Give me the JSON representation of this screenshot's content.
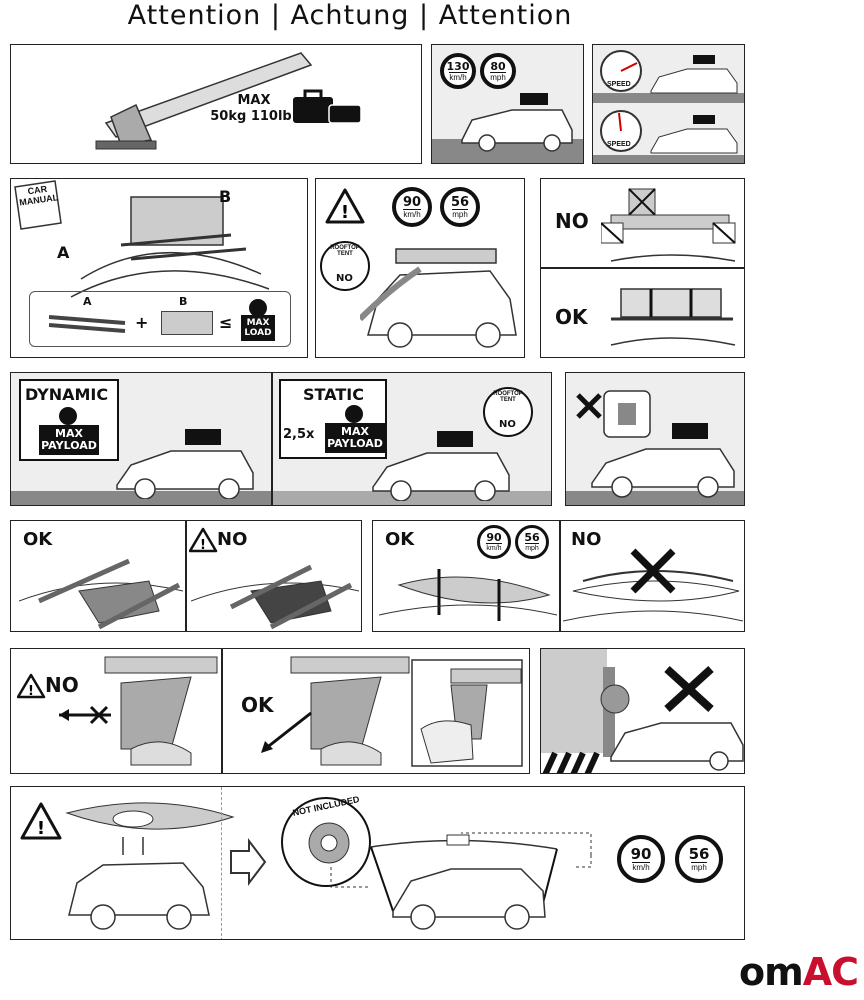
{
  "header": {
    "title": "Attention | Achtung | Attention"
  },
  "p1": {
    "max_label": "MAX",
    "max_value": "50kg 110lb"
  },
  "p2": {
    "speed_kmh": "130",
    "unit_kmh": "km/h",
    "speed_mph": "80",
    "unit_mph": "mph"
  },
  "p3": {
    "speed_label_top": "SPEED",
    "speed_label_bottom": "SPEED"
  },
  "p4": {
    "manual_label": "CAR MANUAL",
    "label_a": "A",
    "label_b": "B",
    "formula_a": "A",
    "formula_b": "B",
    "plus": "+",
    "leq": "≤",
    "max_load": "MAX LOAD"
  },
  "p5": {
    "speed_kmh": "90",
    "unit_kmh": "km/h",
    "speed_mph": "56",
    "unit_mph": "mph",
    "tent_label": "ROOFTOP TENT",
    "no_label": "NO"
  },
  "p6": {
    "no_label": "NO",
    "ok_label": "OK"
  },
  "p7": {
    "dynamic_label": "DYNAMIC",
    "payload_label": "MAX PAYLOAD"
  },
  "p8": {
    "static_label": "STATIC",
    "multiplier": "2,5x",
    "payload_label": "MAX PAYLOAD",
    "tent_label": "ROOFTOP TENT",
    "no_label": "NO"
  },
  "p10": {
    "ok_label": "OK",
    "no_label": "NO"
  },
  "p11": {
    "ok_label": "OK",
    "no_label": "NO",
    "speed_kmh": "90",
    "unit_kmh": "km/h",
    "speed_mph": "56",
    "unit_mph": "mph"
  },
  "p12": {
    "no_label": "NO",
    "ok_label": "OK"
  },
  "p14": {
    "not_included": "NOT INCLUDED",
    "speed_kmh": "90",
    "unit_kmh": "km/h",
    "speed_mph": "56",
    "unit_mph": "mph"
  },
  "brand": {
    "logo_part1": "om",
    "logo_part2": "AC"
  }
}
